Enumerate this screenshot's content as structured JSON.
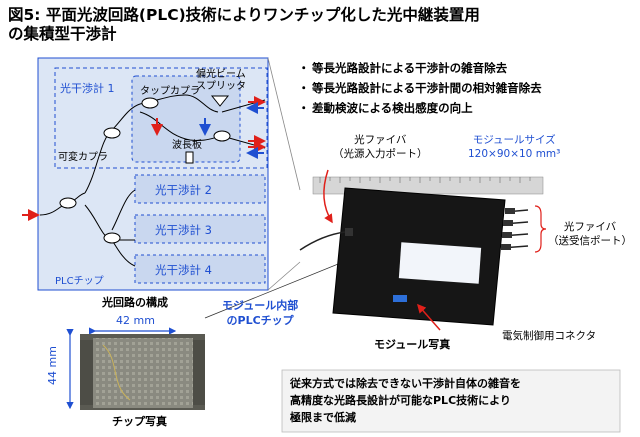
{
  "title": {
    "line1": "図5: 平面光波回路(PLC)技術によりワンチップ化した光中継装置用",
    "line2": "の集積型干渉計"
  },
  "bullets": [
    "等長光路設計による干渉計の雑音除去",
    "等長光路設計による干渉計間の相対雑音除去",
    "差動検波による検出感度の向上"
  ],
  "diagram": {
    "interferometer1": "光干渉計 1",
    "tap_coupler": "タップカプラ",
    "pbs": "偏光ビーム\nスプリッタ",
    "variable_coupler": "可変カプラ",
    "waveplate": "波長板",
    "interferometer2": "光干渉計 2",
    "interferometer3": "光干渉計 3",
    "interferometer4": "光干渉計 4",
    "plc_chip": "PLCチップ",
    "caption": "光回路の構成"
  },
  "module_inner": "モジュール内部\nのPLCチップ",
  "chip": {
    "width_label": "42 mm",
    "height_label": "44 mm",
    "caption": "チップ写真"
  },
  "module": {
    "fiber_in": "光ファイバ\n（光源入力ポート）",
    "size_title": "モジュールサイズ",
    "size_value": "120×90×10 mm³",
    "fiber_out": "光ファイバ\n（送受信ポート）",
    "connector": "電気制御用コネクタ",
    "caption": "モジュール写真"
  },
  "note": "従来方式では除去できない干渉計自体の雑音を\n高精度な光路長設計が可能なPLC技術により\n極限まで低減",
  "colors": {
    "blue": "#1f4fd1",
    "red": "#e0201a",
    "diagram_fill": "#dce6f5",
    "box_fill": "#c9d7ef",
    "module_body": "#161616"
  }
}
